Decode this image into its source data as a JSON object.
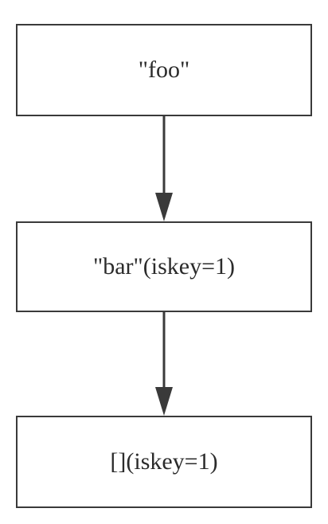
{
  "nodes": [
    {
      "label": "\"foo\""
    },
    {
      "label": "\"bar\"(iskey=1)"
    },
    {
      "label": "[](iskey=1)"
    }
  ],
  "edges": [
    {
      "from": 0,
      "to": 1
    },
    {
      "from": 1,
      "to": 2
    }
  ],
  "colors": {
    "stroke": "#3a3a3a",
    "text": "#2b2b2b",
    "background": "#ffffff"
  }
}
